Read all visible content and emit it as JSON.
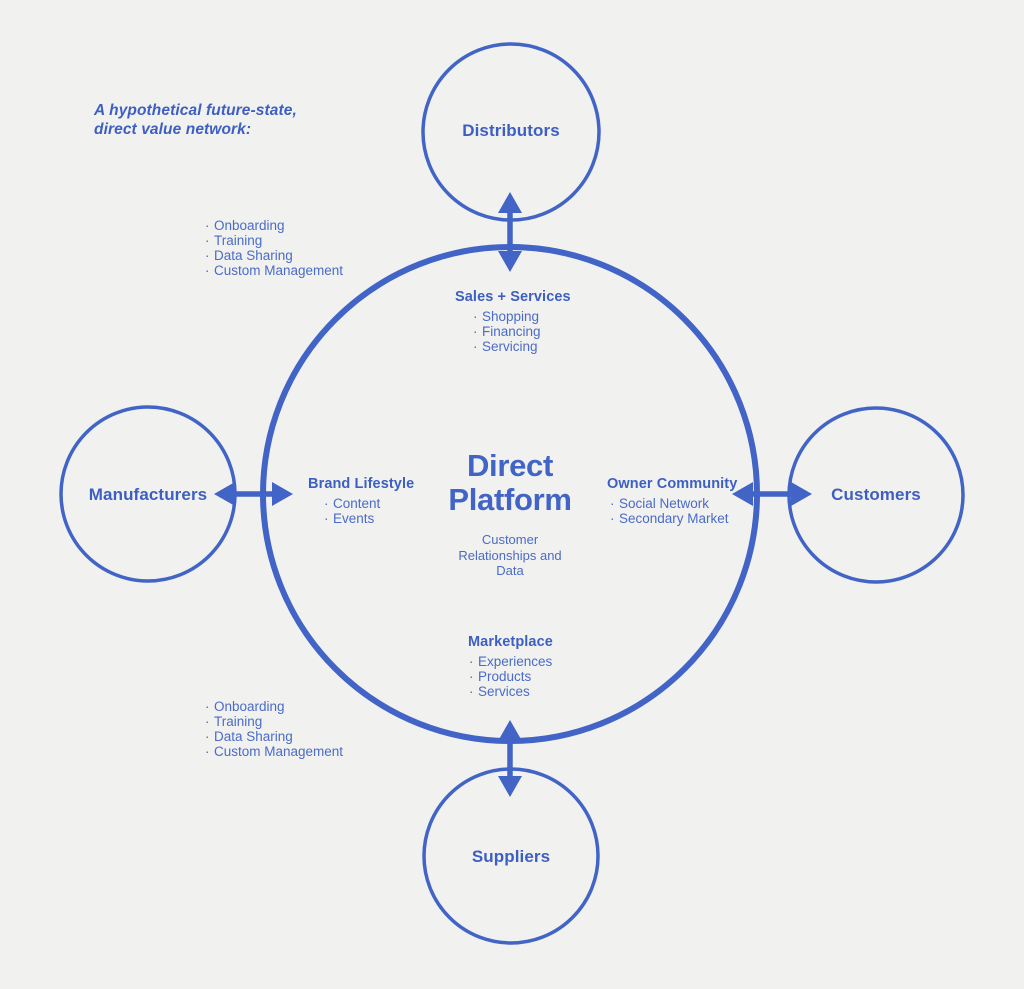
{
  "colors": {
    "blue": "#4164c6",
    "heading_blue": "#3d5fc3",
    "text_blue": "#4a6bca",
    "background": "#f1f1ef"
  },
  "bullet_glyph": "·",
  "annotation": {
    "lines": [
      "A hypothetical future-state,",
      "direct value network:"
    ]
  },
  "nodes": {
    "distributors": "Distributors",
    "manufacturers": "Manufacturers",
    "customers": "Customers",
    "suppliers": "Suppliers"
  },
  "center": {
    "title_lines": [
      "Direct",
      "Platform"
    ],
    "subtitle_lines": [
      "Customer",
      "Relationships and",
      "Data"
    ]
  },
  "sections": {
    "sales": {
      "heading": "Sales + Services",
      "items": [
        "Shopping",
        "Financing",
        "Servicing"
      ]
    },
    "brand": {
      "heading": "Brand Lifestyle",
      "items": [
        "Content",
        "Events"
      ]
    },
    "owner": {
      "heading": "Owner Community",
      "items": [
        "Social Network",
        "Secondary Market"
      ]
    },
    "marketplace": {
      "heading": "Marketplace",
      "items": [
        "Experiences",
        "Products",
        "Services"
      ]
    }
  },
  "side_lists": {
    "top_left": [
      "Onboarding",
      "Training",
      "Data Sharing",
      "Custom Management"
    ],
    "bottom_left": [
      "Onboarding",
      "Training",
      "Data Sharing",
      "Custom Management"
    ]
  }
}
